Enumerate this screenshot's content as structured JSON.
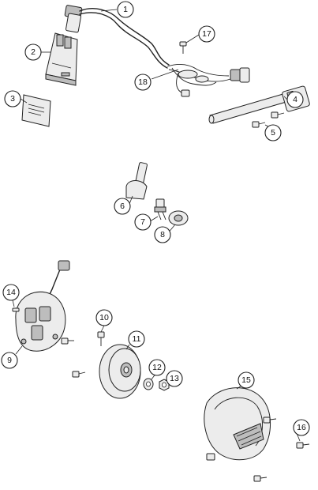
{
  "diagram": {
    "callouts": [
      {
        "number": "1"
      },
      {
        "number": "2"
      },
      {
        "number": "3"
      },
      {
        "number": "4"
      },
      {
        "number": "5"
      },
      {
        "number": "6"
      },
      {
        "number": "7"
      },
      {
        "number": "8"
      },
      {
        "number": "9"
      },
      {
        "number": "10"
      },
      {
        "number": "11"
      },
      {
        "number": "12"
      },
      {
        "number": "13"
      },
      {
        "number": "14"
      },
      {
        "number": "15"
      },
      {
        "number": "16"
      },
      {
        "number": "17"
      },
      {
        "number": "18"
      }
    ],
    "colors": {
      "line": "#222222",
      "part_fill": "#ececec",
      "dark_fill": "#bdbdbd",
      "background": "#ffffff"
    }
  }
}
